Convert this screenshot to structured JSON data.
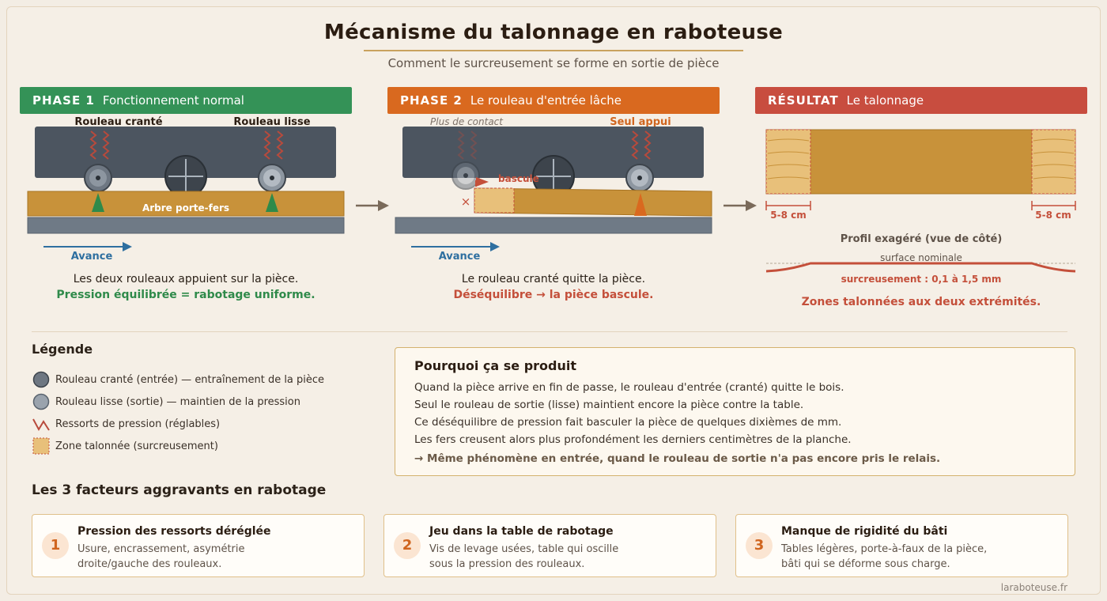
{
  "title": "Mécanisme du talonnage en raboteuse",
  "subtitle": "Comment le surcreusement se forme en sortie de pièce",
  "colors": {
    "phase1": "#349257",
    "phase2": "#d9691f",
    "result": "#c84d3f",
    "wood": "#c8923a",
    "machine": "#4c5560",
    "zone": "#e8c07a"
  },
  "phase1": {
    "tag": "PHASE 1",
    "label": "Fonctionnement normal",
    "roller_left": "Rouleau cranté",
    "roller_right": "Rouleau lisse",
    "shaft": "Arbre porte-fers",
    "feed": "Avance",
    "caption": "Les deux rouleaux appuient sur la pièce.",
    "caption_bold": "Pression équilibrée = rabotage uniforme."
  },
  "phase2": {
    "tag": "PHASE 2",
    "label": "Le rouleau d'entrée lâche",
    "no_contact": "Plus de contact",
    "only_support": "Seul appui",
    "tilt": "bascule",
    "cross": "×",
    "feed": "Avance",
    "caption": "Le rouleau cranté quitte la pièce.",
    "caption_bold": "Déséquilibre → la pièce bascule."
  },
  "result": {
    "tag": "RÉSULTAT",
    "label": "Le talonnage",
    "dim_left": "5-8 cm",
    "dim_right": "5-8 cm",
    "profile_title": "Profil exagéré (vue de côté)",
    "nominal": "surface nominale",
    "overcut": "surcreusement : 0,1 à 1,5 mm",
    "conclusion": "Zones talonnées aux deux extrémités."
  },
  "legend": {
    "title": "Légende",
    "items": [
      {
        "icon": "notched-roller-icon",
        "label": "Rouleau cranté (entrée) — entraînement de la pièce"
      },
      {
        "icon": "smooth-roller-icon",
        "label": "Rouleau lisse (sortie) — maintien de la pression"
      },
      {
        "icon": "spring-icon",
        "label": "Ressorts de pression (réglables)"
      },
      {
        "icon": "snipe-zone-icon",
        "label": "Zone talonnée (surcreusement)"
      }
    ]
  },
  "why": {
    "title": "Pourquoi ça se produit",
    "lines": [
      "Quand la pièce arrive en fin de passe, le rouleau d'entrée (cranté) quitte le bois.",
      "Seul le rouleau de sortie (lisse) maintient encore la pièce contre la table.",
      "Ce déséquilibre de pression fait basculer la pièce de quelques dixièmes de mm.",
      "Les fers creusent alors plus profondément les derniers centimètres de la planche."
    ],
    "note": "→ Même phénomène en entrée, quand le rouleau de sortie n'a pas encore pris le relais."
  },
  "factors": {
    "title": "Les 3 facteurs aggravants en rabotage",
    "items": [
      {
        "num": "1",
        "title": "Pression des ressorts déréglée",
        "line1": "Usure, encrassement, asymétrie",
        "line2": "droite/gauche des rouleaux."
      },
      {
        "num": "2",
        "title": "Jeu dans la table de rabotage",
        "line1": "Vis de levage usées, table qui oscille",
        "line2": "sous la pression des rouleaux."
      },
      {
        "num": "3",
        "title": "Manque de rigidité du bâti",
        "line1": "Tables légères, porte-à-faux de la pièce,",
        "line2": "bâti qui se déforme sous charge."
      }
    ]
  },
  "credit": "laraboteuse.fr"
}
